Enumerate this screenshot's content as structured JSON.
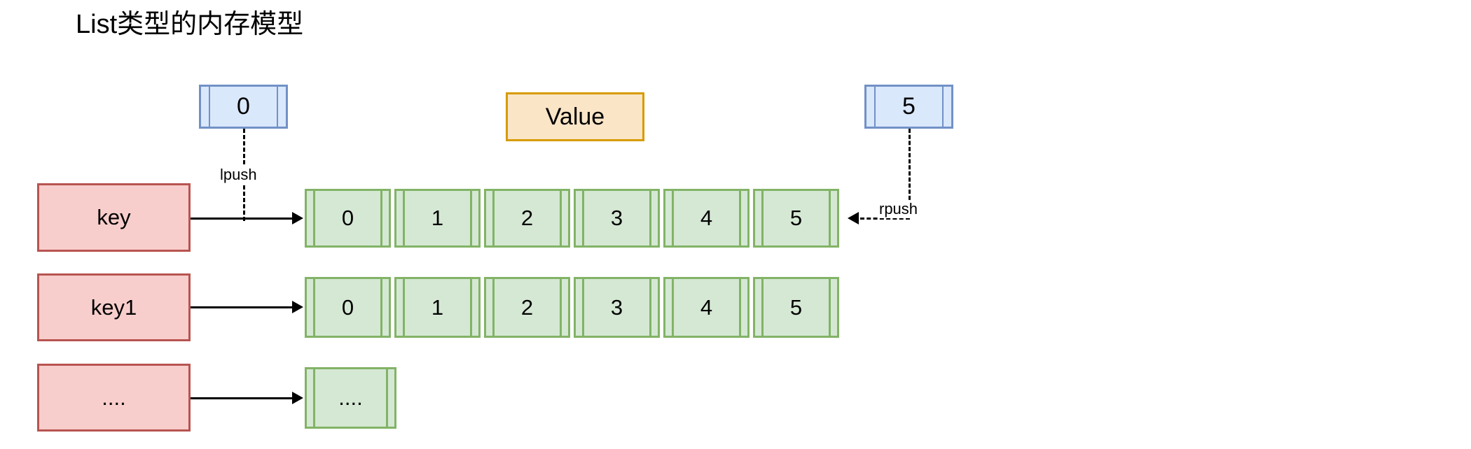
{
  "title": "List类型的内存模型",
  "colors": {
    "key_fill": "#f8cecc",
    "key_stroke": "#b85450",
    "list_fill": "#d5e8d4",
    "list_stroke": "#82b366",
    "endpoint_fill": "#dae8fc",
    "endpoint_stroke": "#7291c6",
    "value_fill": "#fae5c7",
    "value_stroke": "#d79b00",
    "line": "#000000"
  },
  "value_header": {
    "label": "Value"
  },
  "endpoints": {
    "left": {
      "label": "0",
      "edge_label": "lpush"
    },
    "right": {
      "label": "5",
      "edge_label": "rpush"
    }
  },
  "rows": [
    {
      "key": "key",
      "cells": [
        "0",
        "1",
        "2",
        "3",
        "4",
        "5"
      ]
    },
    {
      "key": "key1",
      "cells": [
        "0",
        "1",
        "2",
        "3",
        "4",
        "5"
      ]
    },
    {
      "key": "....",
      "cells": [
        "...."
      ]
    }
  ]
}
